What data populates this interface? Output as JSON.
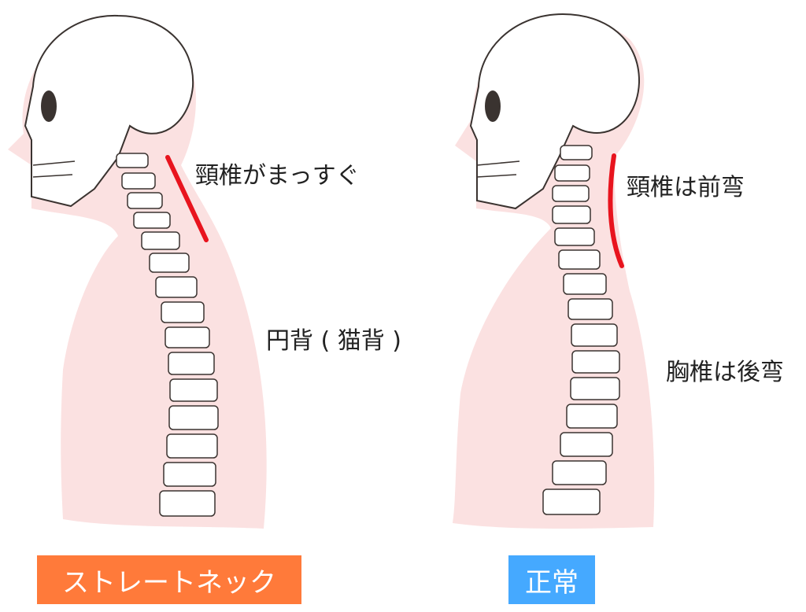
{
  "left_figure": {
    "neck_annotation": "頸椎がまっすぐ",
    "back_annotation": "円背 ( 猫背 )",
    "caption": "ストレートネック",
    "caption_color": "#ff7a3a"
  },
  "right_figure": {
    "neck_annotation": "頸椎は前弯",
    "back_annotation": "胸椎は後弯",
    "caption": "正常",
    "caption_color": "#45a9ff"
  },
  "colors": {
    "body": "#fbe1e1",
    "curve": "#e8141e",
    "bone_outline": "#3a3330"
  }
}
